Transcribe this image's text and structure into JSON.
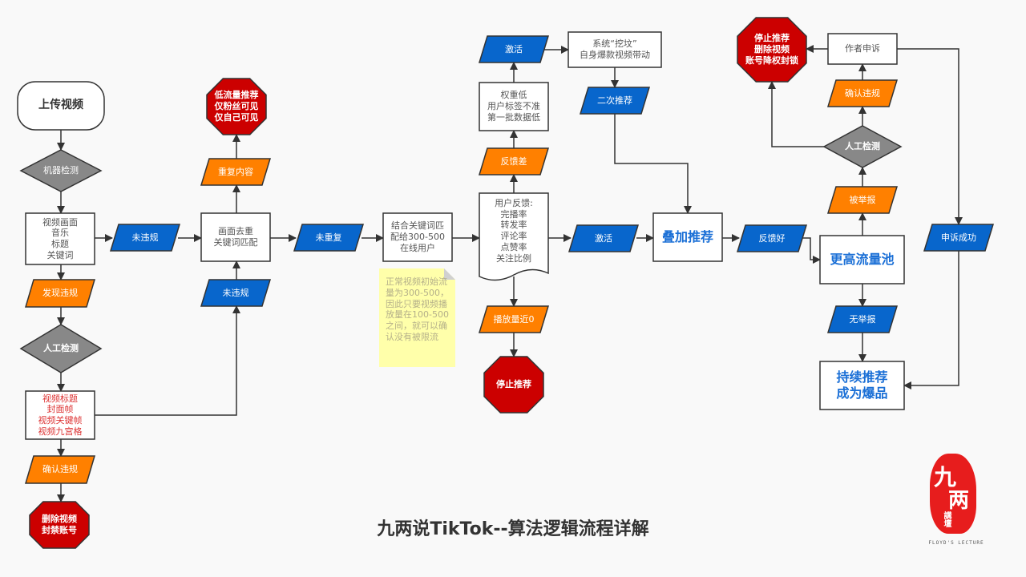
{
  "title": "九两说TikTok--算法逻辑流程详解",
  "colors": {
    "background": "#f9f9f9",
    "process_fill": "#ffffff",
    "decision_fill": "#888888",
    "blue_io": "#0866cc",
    "orange_io": "#ff8000",
    "stop_red": "#cc0000",
    "note_yellow": "#ffffaa",
    "text_blue": "#1a6fd6",
    "text_red": "#dd3333"
  },
  "nodes": {
    "upload": "上传视频",
    "machine_check": "机器检测",
    "machine_items": "视频画面\n音乐\n标题\n关键词",
    "found_violation": "发现违规",
    "manual_check_1": "人工检测",
    "manual_items": "视频标题\n封面帧\n视频关键帧\n视频九宫格",
    "confirm_violation_1": "确认违规",
    "delete_ban": "删除视频\n封禁账号",
    "no_violation_1": "未违规",
    "no_violation_2": "未违规",
    "dedup": "画面去重\n关键词匹配",
    "duplicate": "重复内容",
    "low_traffic": "低流量推荐\n仅粉丝可见\n仅自己可见",
    "not_duplicate": "未重复",
    "match_users": "结合关键词匹\n配给300-500\n在线用户",
    "note": "正常视频初始流量为300-500，因此只要视频播放量在100-500之间，就可以确认没有被限流",
    "user_feedback": "用户反馈:\n完播率\n转发率\n评论率\n点赞率\n关注比例",
    "bad_feedback": "反馈差",
    "low_weight": "权重低\n用户标签不准\n第一批数据低",
    "activate_1": "激活",
    "dig_tomb": "系统“挖坟”\n自身爆款视频带动",
    "second_rec": "二次推荐",
    "near_zero": "播放量近0",
    "stop_rec": "停止推荐",
    "activate_2": "激活",
    "stack_rec": "叠加推荐",
    "good_feedback": "反馈好",
    "higher_pool": "更高流量池",
    "reported": "被举报",
    "manual_check_2": "人工检测",
    "confirm_violation_2": "确认违规",
    "author_appeal": "作者申诉",
    "penalty": "停止推荐\n删除视频\n账号降权封锁",
    "appeal_success": "申诉成功",
    "no_report": "无举报",
    "viral": "持续推荐\n成为爆品"
  },
  "logo": {
    "chars": [
      "九",
      "两"
    ],
    "small": "講壇",
    "caption": "FLOYD'S LECTURE"
  }
}
